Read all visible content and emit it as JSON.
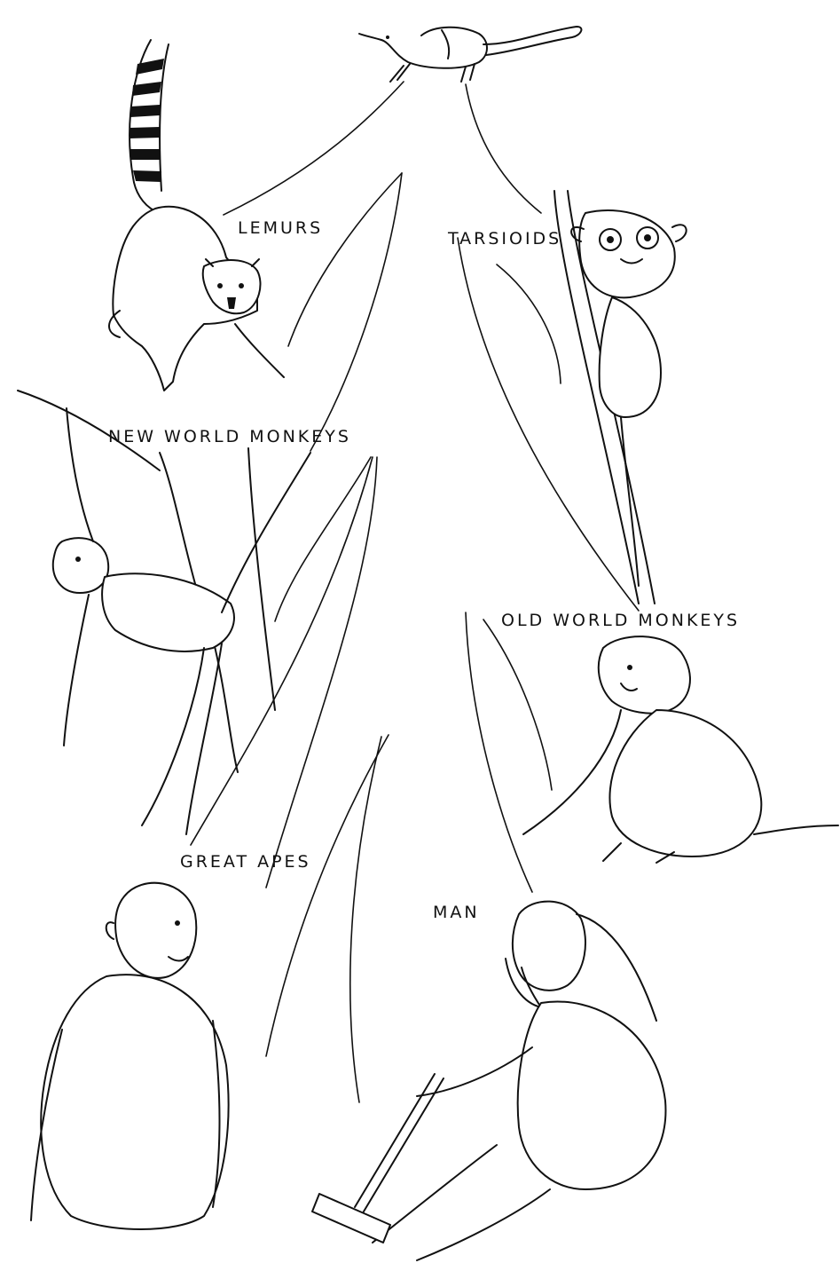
{
  "diagram": {
    "labels": {
      "lemurs": "LEMURS",
      "tarsioids": "TARSIOIDS",
      "new_world_monkeys": "NEW WORLD MONKEYS",
      "old_world_monkeys": "OLD WORLD MONKEYS",
      "great_apes": "GREAT APES",
      "man": "MAN"
    },
    "ink_color": "#111111",
    "background_color": "#ffffff"
  }
}
